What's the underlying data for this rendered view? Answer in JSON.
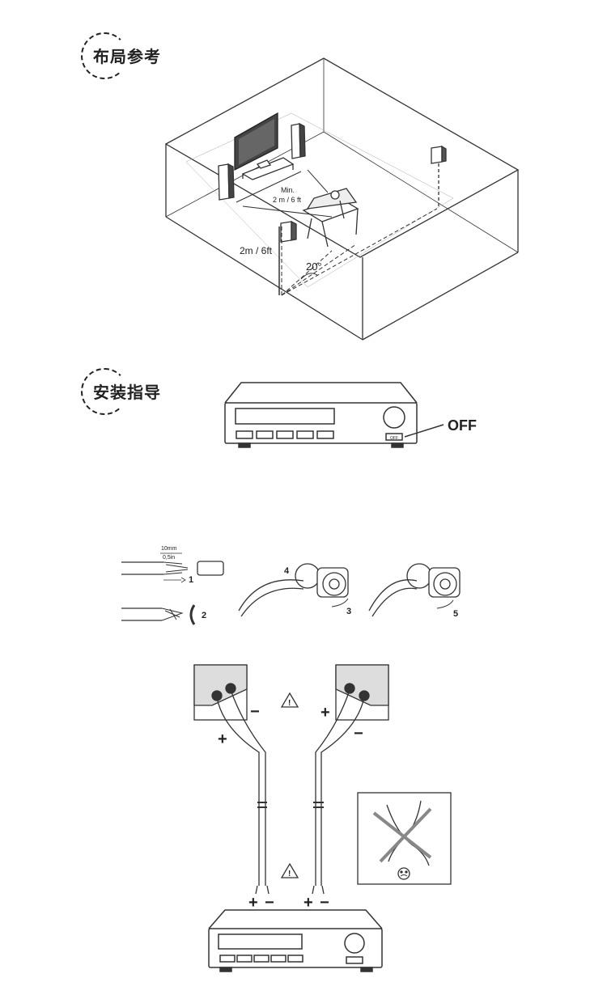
{
  "sections": {
    "layout_title": "布局参考",
    "install_title": "安装指导"
  },
  "room": {
    "min_label": "Min.",
    "min_dist": "2 m / 6 ft",
    "height": "2m / 6ft",
    "angle": "20°"
  },
  "receiver": {
    "off_label": "OFF",
    "power_label": "OFF"
  },
  "wire_prep": {
    "strip_mm": "10mm",
    "strip_in": "0,5in",
    "steps": [
      "1",
      "2",
      "3",
      "4",
      "5"
    ]
  },
  "wiring": {
    "plus": "+",
    "minus": "−",
    "warning": "!"
  }
}
